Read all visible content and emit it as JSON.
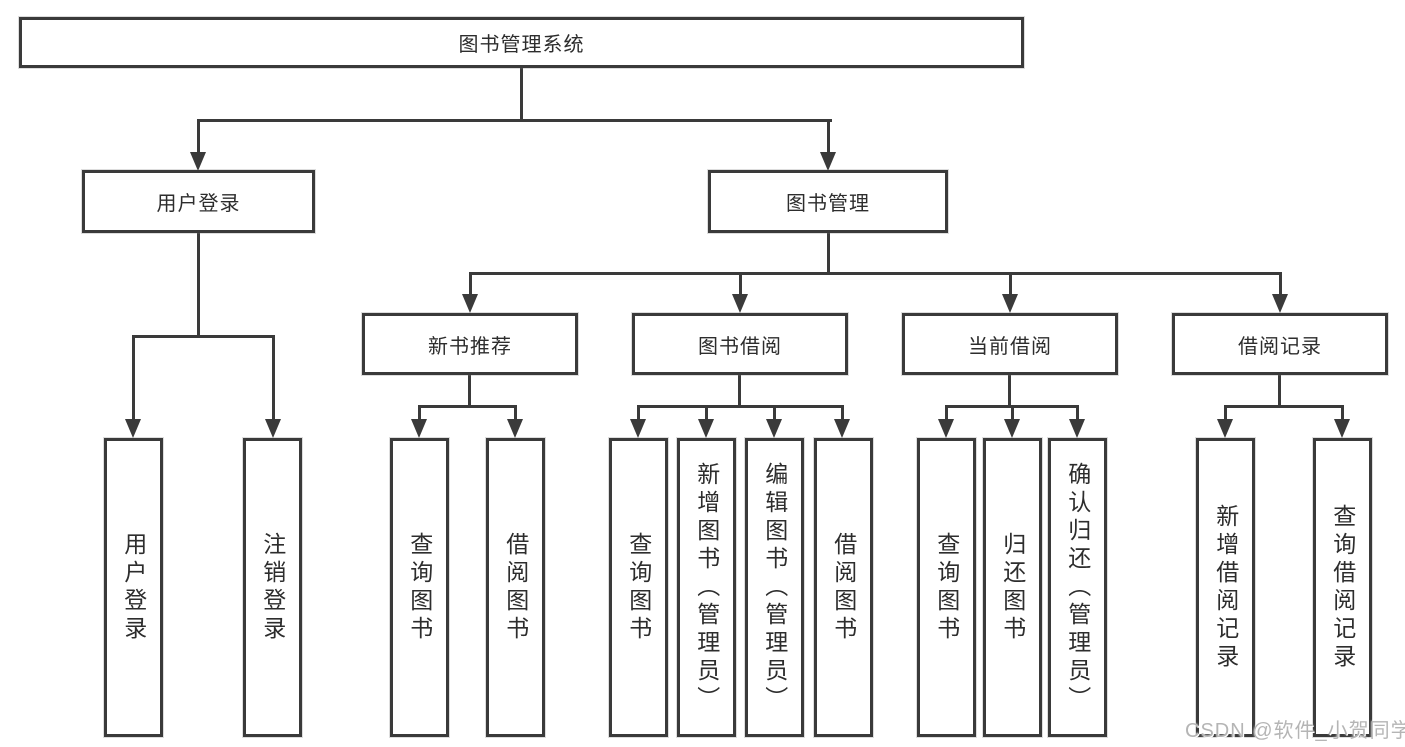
{
  "colors": {
    "line": "#3a3a3a",
    "box_border": "#3a3a3a",
    "text": "#2d2d2d",
    "watermark": "#b5b5b5",
    "background": "#ffffff"
  },
  "watermark": {
    "text": "CSDN @软件_小贺同学"
  },
  "tree": {
    "label": "图书管理系统",
    "children": [
      {
        "label": "用户登录",
        "children": [
          {
            "label": "用户登录"
          },
          {
            "label": "注销登录"
          }
        ]
      },
      {
        "label": "图书管理",
        "children": [
          {
            "label": "新书推荐",
            "children": [
              {
                "label": "查询图书"
              },
              {
                "label": "借阅图书"
              }
            ]
          },
          {
            "label": "图书借阅",
            "children": [
              {
                "label": "查询图书"
              },
              {
                "label": "新增图书（管理员）"
              },
              {
                "label": "编辑图书（管理员）"
              },
              {
                "label": "借阅图书"
              }
            ]
          },
          {
            "label": "当前借阅",
            "children": [
              {
                "label": "查询图书"
              },
              {
                "label": "归还图书"
              },
              {
                "label": "确认归还（管理员）"
              }
            ]
          },
          {
            "label": "借阅记录",
            "children": [
              {
                "label": "新增借阅记录"
              },
              {
                "label": "查询借阅记录"
              }
            ]
          }
        ]
      }
    ]
  }
}
